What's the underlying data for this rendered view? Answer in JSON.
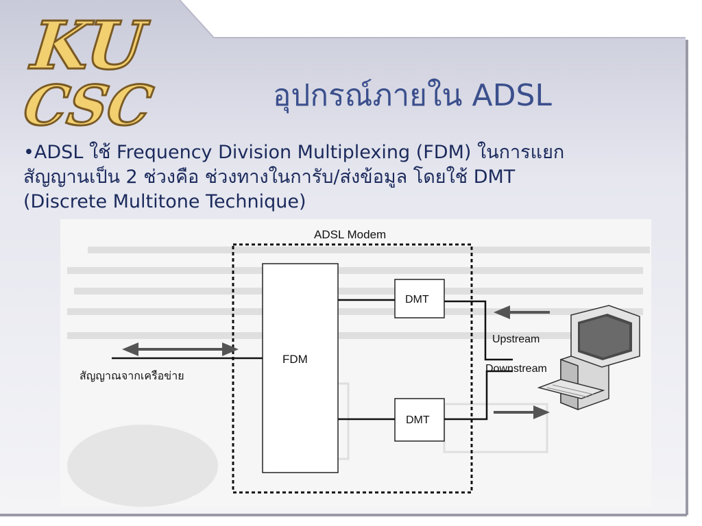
{
  "slide": {
    "logo": {
      "line1": "KU",
      "line2": "CSC"
    },
    "title": "อุปกรณ์ภายใน ADSL",
    "body": [
      "•ADSL ใช้ Frequency Division Multiplexing (FDM) ในการแยก",
      "สัญญานเป็น 2 ช่วงคือ ช่วงทางในการับ/ส่งข้อมูล โดยใช้ DMT",
      "(Discrete Multitone Technique)"
    ]
  },
  "diagram": {
    "modem_label": "ADSL Modem",
    "fdm_label": "FDM",
    "dmt_top_label": "DMT",
    "dmt_bottom_label": "DMT",
    "network_signal_label": "สัญญาณจากเครือข่าย",
    "upstream_label": "Upstream",
    "downstream_label": "Downstream"
  },
  "colors": {
    "title": "#3b4f8c",
    "body_text": "#1b2a5c",
    "logo_fill": "#f2cf6f",
    "panel": "#dcdde8"
  }
}
